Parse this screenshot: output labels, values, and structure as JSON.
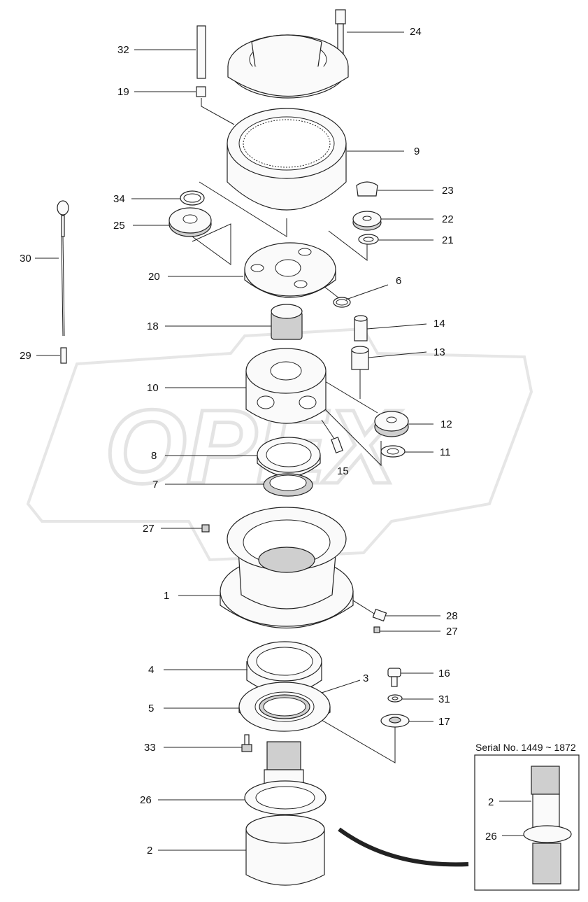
{
  "watermark": "OPEX",
  "inset": {
    "title": "Serial No. 1449 ~ 1872",
    "labels": [
      "2",
      "26"
    ]
  },
  "callouts": [
    {
      "id": "c24",
      "text": "24"
    },
    {
      "id": "c32",
      "text": "32"
    },
    {
      "id": "c19",
      "text": "19"
    },
    {
      "id": "c9",
      "text": "9"
    },
    {
      "id": "c23",
      "text": "23"
    },
    {
      "id": "c34",
      "text": "34"
    },
    {
      "id": "c22",
      "text": "22"
    },
    {
      "id": "c25",
      "text": "25"
    },
    {
      "id": "c21",
      "text": "21"
    },
    {
      "id": "c30",
      "text": "30"
    },
    {
      "id": "c20",
      "text": "20"
    },
    {
      "id": "c6",
      "text": "6"
    },
    {
      "id": "c18",
      "text": "18"
    },
    {
      "id": "c14",
      "text": "14"
    },
    {
      "id": "c29",
      "text": "29"
    },
    {
      "id": "c13",
      "text": "13"
    },
    {
      "id": "c10",
      "text": "10"
    },
    {
      "id": "c12",
      "text": "12"
    },
    {
      "id": "c8",
      "text": "8"
    },
    {
      "id": "c11",
      "text": "11"
    },
    {
      "id": "c15",
      "text": "15"
    },
    {
      "id": "c7",
      "text": "7"
    },
    {
      "id": "c27a",
      "text": "27"
    },
    {
      "id": "c1",
      "text": "1"
    },
    {
      "id": "c28",
      "text": "28"
    },
    {
      "id": "c27b",
      "text": "27"
    },
    {
      "id": "c4",
      "text": "4"
    },
    {
      "id": "c3",
      "text": "3"
    },
    {
      "id": "c16",
      "text": "16"
    },
    {
      "id": "c5",
      "text": "5"
    },
    {
      "id": "c31",
      "text": "31"
    },
    {
      "id": "c17",
      "text": "17"
    },
    {
      "id": "c33",
      "text": "33"
    },
    {
      "id": "c26",
      "text": "26"
    },
    {
      "id": "c2",
      "text": "2"
    }
  ]
}
